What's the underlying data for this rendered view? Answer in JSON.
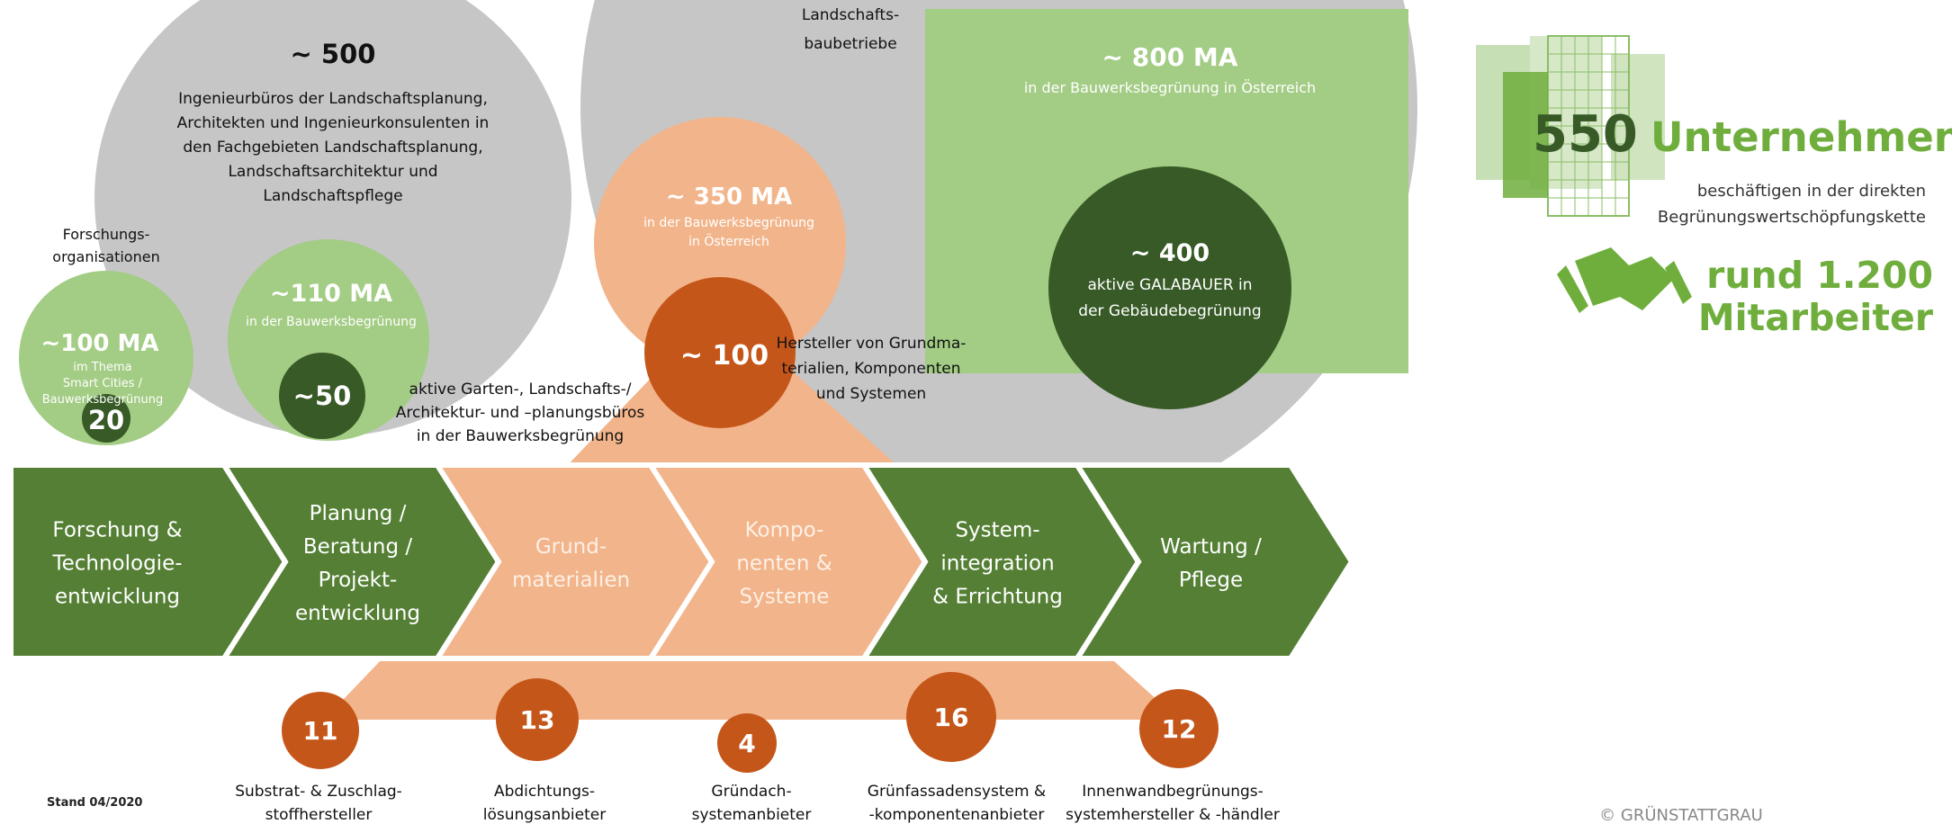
{
  "research": {
    "count": "~ 500",
    "lines": [
      "Ingenieurbüros der Landschaftsplanung,",
      "Architekten und Ingenieurkonsulenten in",
      "den Fachgebieten Landschaftsplanung,",
      "Landschaftsarchitektur und",
      "Landschaftspflege"
    ],
    "org_label": [
      "Forschungs-",
      "organisationen"
    ],
    "ma100": "~100 MA",
    "ma100_sub": [
      "im Thema",
      "Smart Cities /",
      "Bauwerksbegrünung"
    ],
    "n20": "20",
    "ma110": "~110 MA",
    "ma110_sub": "in der Bauwerksbegrünung",
    "n50": "~50",
    "n50_text": [
      "aktive Garten-, Landschafts-/",
      "Architektur- und –planungsbüros",
      "in der  Bauwerksbegrünung"
    ]
  },
  "landscape": {
    "label": [
      "Landschafts-",
      "baubetriebe"
    ],
    "ma800": "~ 800 MA",
    "ma800_sub": "in der Bauwerksbegrünung in Österreich",
    "n400": "~ 400",
    "n400_sub": [
      "aktive GALABAUER in",
      "der Gebäudebegrünung"
    ]
  },
  "materials": {
    "ma350": "~ 350 MA",
    "ma350_sub": [
      "in der Bauwerksbegrünung",
      "in Österreich"
    ],
    "n100": "~ 100",
    "n100_text": [
      "Hersteller von Grundma-",
      "terialien, Komponenten",
      "und Systemen"
    ]
  },
  "summary": {
    "companies_number": "550",
    "companies_word": "Unternehmen",
    "companies_sub": [
      "beschäftigen in der direkten",
      "Begrünungswertschöpfungskette"
    ],
    "employees": [
      "rund 1.200",
      "Mitarbeiter"
    ]
  },
  "chain": [
    {
      "lines": [
        "Forschung  &",
        "Technologie-",
        "entwicklung"
      ]
    },
    {
      "lines": [
        "Planung /",
        "Beratung /",
        "Projekt-",
        "entwicklung"
      ]
    },
    {
      "lines": [
        "Grund-",
        "materialien"
      ]
    },
    {
      "lines": [
        "Kompo-",
        "nenten &",
        "Systeme"
      ]
    },
    {
      "lines": [
        "System-",
        "integration",
        "& Errichtung"
      ]
    },
    {
      "lines": [
        "Wartung /",
        "Pflege"
      ]
    }
  ],
  "bottom": [
    {
      "num": "11",
      "lines": [
        "Substrat- & Zuschlag-",
        "stoffhersteller"
      ]
    },
    {
      "num": "13",
      "lines": [
        "Abdichtungs-",
        "lösungsanbieter"
      ]
    },
    {
      "num": "4",
      "lines": [
        "Gründach-",
        "systemanbieter"
      ]
    },
    {
      "num": "16",
      "lines": [
        "Grünfassadensystem &",
        "-komponentenanbieter"
      ]
    },
    {
      "num": "12",
      "lines": [
        "Innenwandbegrünungs-",
        "systemhersteller & -händler"
      ]
    }
  ],
  "footer": {
    "date": "Stand 04/2020",
    "copyright": "© GRÜNSTATTGRAU"
  },
  "colors": {
    "grey": "#c6c6c6",
    "light_green": "#a3cc84",
    "dark_green": "#375a26",
    "arrow_green": "#547f34",
    "salmon": "#f2b48a",
    "rust": "#c5561a",
    "brand_green": "#6fae3c"
  }
}
